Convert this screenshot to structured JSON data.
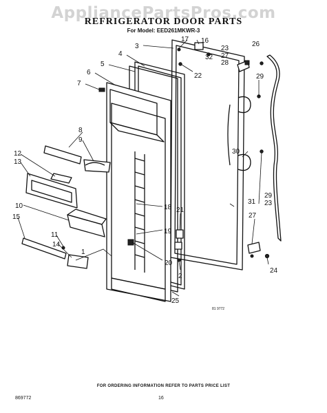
{
  "header": {
    "watermark": "AppliancePartsPros.com",
    "title": "REFRIGERATOR DOOR PARTS",
    "model_line": "For Model: EED261MKWR-3"
  },
  "diagram": {
    "callouts": [
      "1",
      "2",
      "3",
      "4",
      "5",
      "6",
      "7",
      "8",
      "9",
      "10",
      "11",
      "12",
      "13",
      "14",
      "15",
      "16",
      "17",
      "18",
      "19",
      "20",
      "21",
      "22",
      "23",
      "23",
      "24",
      "25",
      "26",
      "27",
      "27",
      "28",
      "29",
      "29",
      "30",
      "31",
      "32"
    ],
    "figure_code": "81 9772"
  },
  "footer": {
    "ordering_note": "FOR ORDERING INFORMATION REFER TO PARTS PRICE LIST",
    "doc_number": "869772",
    "page_number": "16"
  }
}
